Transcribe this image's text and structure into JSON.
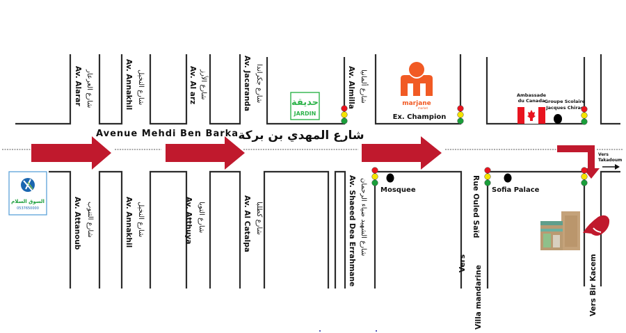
{
  "map": {
    "main_avenue_fr": "Avenue Mehdi Ben Barka",
    "main_avenue_ar": "شارع المهدي بن بركة",
    "streets_north": [
      {
        "fr": "Av. Alarar",
        "ar": "شارع العرعار"
      },
      {
        "fr": "Av. Annakhil",
        "ar": "شارع النخيل"
      },
      {
        "fr": "Av. Al arz",
        "ar": "شارع الأرز"
      },
      {
        "fr": "Av. Jacaranda",
        "ar": "شارع جكراندا"
      },
      {
        "fr": "Av. Almilla",
        "ar": "شارع ألمانيا"
      }
    ],
    "streets_south": [
      {
        "fr": "Av. Attanoub",
        "ar": "شارع التنوب"
      },
      {
        "fr": "Av. Annakhil",
        "ar": "شارع النخيل"
      },
      {
        "fr": "Av. Atthuya",
        "ar": "شارع التويا"
      },
      {
        "fr": "Av. Al Catalpa",
        "ar": "شارع كطلبا"
      },
      {
        "fr": "Av. Shaeed Dea Errahmane",
        "ar": "شارع الشهيد ضياء الرحمان"
      },
      {
        "fr": "Rue Ouled Saïd",
        "ar": ""
      }
    ],
    "landmarks": {
      "jardin_ar": "حديقة",
      "jardin_fr": "JARDIN",
      "marjane_brand": "marjane",
      "marjane_sub": "market",
      "ex_champion": "Ex. Champion",
      "embassy": [
        "Ambassade",
        "du Canada"
      ],
      "school": [
        "Groupe Scolaire",
        "Jacques Chirac"
      ],
      "mosque": "Mosquee",
      "sofia_palace": "Sofia Palace",
      "clinic_logo_ar": "السوق السلام",
      "clinic_logo_phone": "0537650000"
    },
    "directions": {
      "takadoum": [
        "Vers",
        "Takadoum"
      ],
      "villa_mandarine": [
        "Vers",
        "Villa mandarine"
      ],
      "bir_kacem": "Vers Bir Kacem"
    },
    "colors": {
      "arrow": "#c0192d",
      "marjane": "#f15a24",
      "jardin": "#2db34a",
      "light_red": "#e8141f",
      "light_yellow": "#f5e400",
      "light_green": "#1a9e3a",
      "canada_red": "#e8141f"
    }
  }
}
